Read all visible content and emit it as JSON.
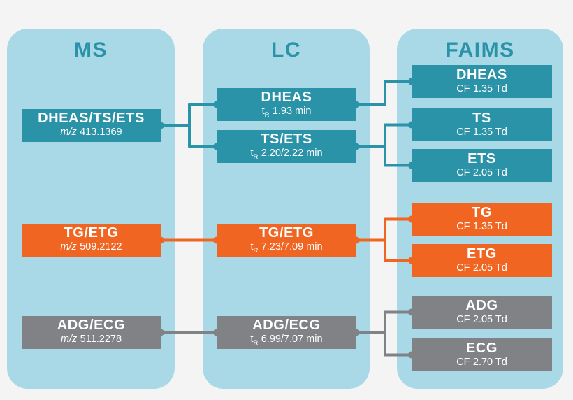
{
  "diagram": {
    "columns": [
      {
        "id": "ms",
        "title": "MS",
        "nodes": [
          {
            "id": "ms-dheas-ts-ets",
            "label": "DHEAS/TS/ETS",
            "sub": {
              "pre": "m/z",
              "sub": "",
              "text": "413.1369"
            },
            "color": "teal"
          },
          {
            "id": "ms-tg-etg",
            "label": "TG/ETG",
            "sub": {
              "pre": "m/z",
              "sub": "",
              "text": "509.2122"
            },
            "color": "orange"
          },
          {
            "id": "ms-adg-ecg",
            "label": "ADG/ECG",
            "sub": {
              "pre": "m/z",
              "sub": "",
              "text": "511.2278"
            },
            "color": "gray"
          }
        ]
      },
      {
        "id": "lc",
        "title": "LC",
        "nodes": [
          {
            "id": "lc-dheas",
            "label": "DHEAS",
            "sub": {
              "pre": "t",
              "sub": "R",
              "text": "1.93 min"
            },
            "color": "teal"
          },
          {
            "id": "lc-ts-ets",
            "label": "TS/ETS",
            "sub": {
              "pre": "t",
              "sub": "R",
              "text": "2.20/2.22 min"
            },
            "color": "teal"
          },
          {
            "id": "lc-tg-etg",
            "label": "TG/ETG",
            "sub": {
              "pre": "t",
              "sub": "R",
              "text": "7.23/7.09 min"
            },
            "color": "orange"
          },
          {
            "id": "lc-adg-ecg",
            "label": "ADG/ECG",
            "sub": {
              "pre": "t",
              "sub": "R",
              "text": "6.99/7.07 min"
            },
            "color": "gray"
          }
        ]
      },
      {
        "id": "faims",
        "title": "FAIMS",
        "nodes": [
          {
            "id": "faims-dheas",
            "label": "DHEAS",
            "sub": {
              "pre": "CF",
              "sub": "",
              "text": "1.35 Td"
            },
            "color": "teal"
          },
          {
            "id": "faims-ts",
            "label": "TS",
            "sub": {
              "pre": "CF",
              "sub": "",
              "text": "1.35 Td"
            },
            "color": "teal"
          },
          {
            "id": "faims-ets",
            "label": "ETS",
            "sub": {
              "pre": "CF",
              "sub": "",
              "text": "2.05 Td"
            },
            "color": "teal"
          },
          {
            "id": "faims-tg",
            "label": "TG",
            "sub": {
              "pre": "CF",
              "sub": "",
              "text": "1.35 Td"
            },
            "color": "orange"
          },
          {
            "id": "faims-etg",
            "label": "ETG",
            "sub": {
              "pre": "CF",
              "sub": "",
              "text": "2.05 Td"
            },
            "color": "orange"
          },
          {
            "id": "faims-adg",
            "label": "ADG",
            "sub": {
              "pre": "CF",
              "sub": "",
              "text": "2.05 Td"
            },
            "color": "gray"
          },
          {
            "id": "faims-ecg",
            "label": "ECG",
            "sub": {
              "pre": "CF",
              "sub": "",
              "text": "2.70 Td"
            },
            "color": "gray"
          }
        ]
      }
    ],
    "connections": [
      {
        "from": "ms-dheas-ts-ets",
        "to": [
          "lc-dheas",
          "lc-ts-ets"
        ],
        "color": "teal"
      },
      {
        "from": "lc-dheas",
        "to": [
          "faims-dheas"
        ],
        "color": "teal"
      },
      {
        "from": "lc-ts-ets",
        "to": [
          "faims-ts",
          "faims-ets"
        ],
        "color": "teal"
      },
      {
        "from": "ms-tg-etg",
        "to": [
          "lc-tg-etg"
        ],
        "color": "orange"
      },
      {
        "from": "lc-tg-etg",
        "to": [
          "faims-tg",
          "faims-etg"
        ],
        "color": "orange"
      },
      {
        "from": "ms-adg-ecg",
        "to": [
          "lc-adg-ecg"
        ],
        "color": "gray"
      },
      {
        "from": "lc-adg-ecg",
        "to": [
          "faims-adg",
          "faims-ecg"
        ],
        "color": "gray"
      }
    ],
    "colors": {
      "teal": "#2b93a8",
      "orange": "#f16522",
      "gray": "#808285",
      "panel": "#a9d8e7",
      "background": "#f4f4f5",
      "title_text": "#2b93a8",
      "node_text": "#ffffff"
    }
  }
}
